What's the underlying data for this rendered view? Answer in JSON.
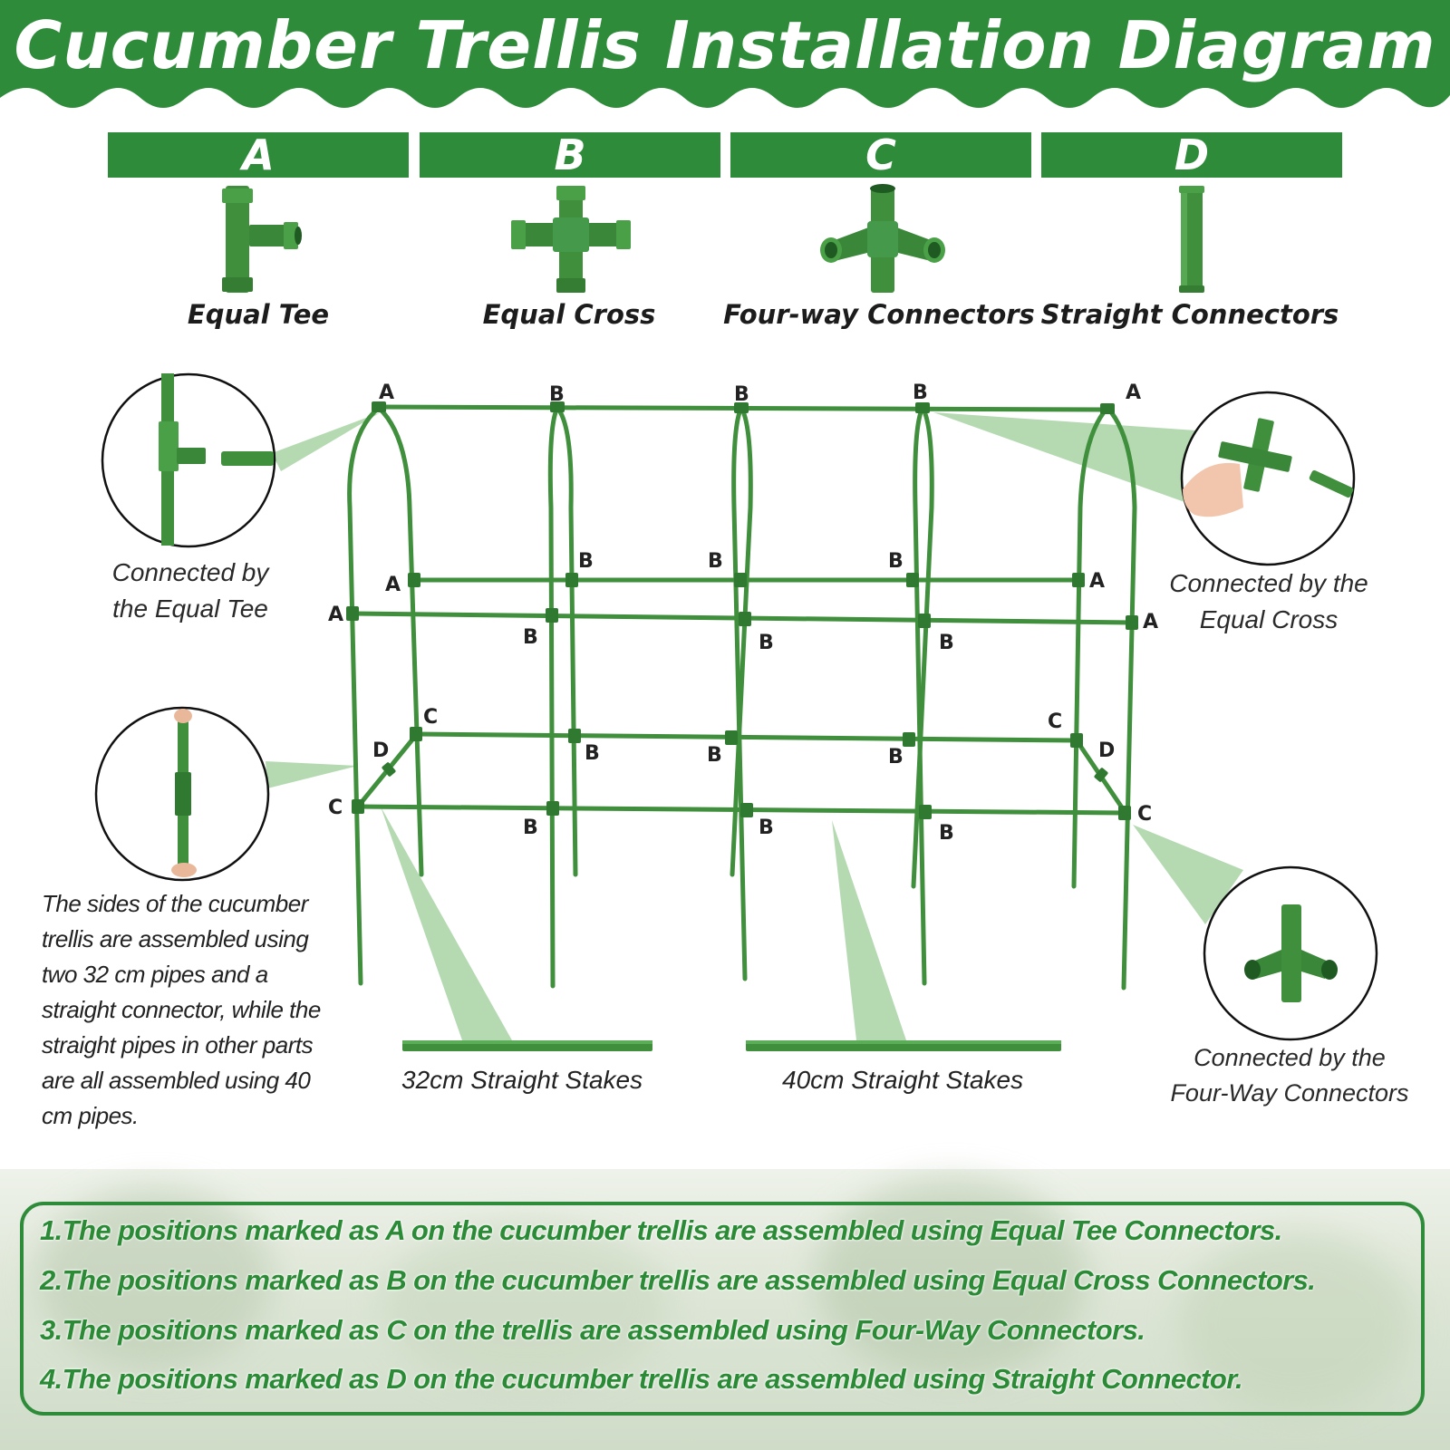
{
  "title": "Cucumber Trellis Installation Diagram",
  "parts": [
    {
      "letter": "A",
      "name": "Equal Tee",
      "icon": "equal-tee-icon"
    },
    {
      "letter": "B",
      "name": "Equal Cross",
      "icon": "equal-cross-icon"
    },
    {
      "letter": "C",
      "name": "Four-way Connectors",
      "icon": "four-way-connector-icon"
    },
    {
      "letter": "D",
      "name": "Straight Connectors",
      "icon": "straight-connector-icon"
    }
  ],
  "callouts": {
    "tee": "Connected by|the Equal Tee",
    "cross": "Connected by the|Equal Cross",
    "fourway": "Connected by the|Four-Way Connectors",
    "sides": "The sides of the cucumber trellis are assembled using two 32 cm pipes and a straight connector, while the straight pipes in other parts are all assembled using 40 cm pipes."
  },
  "stakes": {
    "short": "32cm Straight Stakes",
    "long": "40cm Straight Stakes"
  },
  "joint_labels": {
    "A": "A",
    "B": "B",
    "C": "C",
    "D": "D"
  },
  "notes": [
    "1.The positions marked as A on the cucumber trellis are assembled using Equal Tee Connectors.",
    "2.The positions marked as B on the cucumber trellis are assembled using Equal Cross Connectors.",
    "3.The positions marked as C on the trellis are assembled using Four-Way Connectors.",
    "4.The positions marked as D on the cucumber trellis are assembled using Straight Connector."
  ],
  "colors": {
    "brand_green": "#2e8b3a",
    "pipe_green": "#3f8f3c",
    "pipe_dark": "#2c6e2d",
    "callout_fill": "#a8d3a4"
  }
}
